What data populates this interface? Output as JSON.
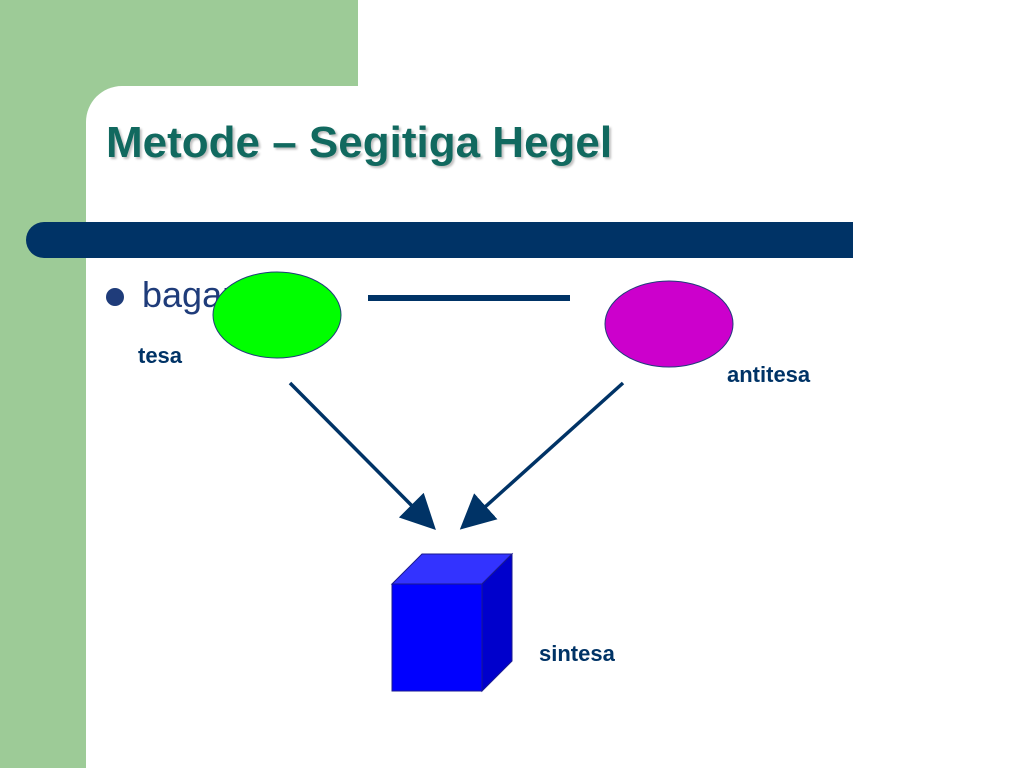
{
  "slide": {
    "title": "Metode – Segitiga Hegel",
    "bullet": "bagan"
  },
  "diagram": {
    "nodes": [
      {
        "id": "tesa",
        "label": "tesa",
        "shape": "ellipse",
        "color": "#00ff00"
      },
      {
        "id": "antitesa",
        "label": "antitesa",
        "shape": "ellipse",
        "color": "#cc00cc"
      },
      {
        "id": "sintesa",
        "label": "sintesa",
        "shape": "cube",
        "color": "#0000ff"
      }
    ],
    "edges": [
      {
        "from": "tesa",
        "to": "antitesa",
        "style": "line"
      },
      {
        "from": "tesa",
        "to": "sintesa",
        "style": "arrow"
      },
      {
        "from": "antitesa",
        "to": "sintesa",
        "style": "arrow"
      }
    ]
  },
  "colors": {
    "sidebar_green": "#9dcb97",
    "title_teal": "#11695f",
    "navy": "#003366"
  }
}
